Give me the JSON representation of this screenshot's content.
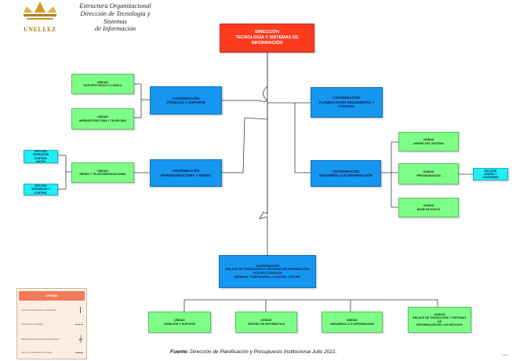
{
  "header": {
    "line1": "Estructura Organizacional",
    "line2": "Dirección de Tecnología y Sistemas",
    "line3": "de Información",
    "logo_text": "UNELLEZ"
  },
  "nodes": {
    "direccion": {
      "line1": "DIRECCIÓN",
      "line2": "TECNOLOGÍA Y SISTEMAS DE",
      "line3": "INFORMACIÓN"
    },
    "coord_atencion": {
      "line1": "COORDINACIÓN",
      "line2": "ATENCIÓN Y SOPORTE"
    },
    "coord_infra": {
      "line1": "COORDINACIÓN",
      "line2": "INFRAESTRUCTURA Y REDES"
    },
    "coord_planif": {
      "line1": "COORDINACIÓN",
      "line2": "PLANIFICACIÓN SEGUIMIENTO Y",
      "line3": "CONTROL"
    },
    "coord_desarrollo": {
      "line1": "COORDINACIÓN",
      "line2": "DESARROLLO E INFORMACIÓN"
    },
    "coord_enlace": {
      "line1": "COORDINACIÓN",
      "line2": "ENLACE DE TECNOLOGÍA Y SISTEMAS DE INFORMACIÓN",
      "line3": "VICE-RECTORADOS",
      "line4": "BARINAS, PORTUGUESA, COJEDES Y APURE"
    },
    "u_soporte": {
      "line1": "UNIDAD",
      "line2": "SOPORTE FÍSICO Y LÓGICO"
    },
    "u_infra_tel": {
      "line1": "UNIDAD",
      "line2": "INFRAESTRUCTURA Y TELEFONÍA"
    },
    "u_redes": {
      "line1": "UNIDAD",
      "line2": "REDES Y TELECOMUNICACIONES"
    },
    "s_operacion": {
      "line1": "SECCIÓN",
      "line2": "OPERACIÓN CONTROL",
      "line3": "DATOS"
    },
    "s_seguridad": {
      "line1": "SECCIÓN",
      "line2": "SEGURIDAD Y CONTROL"
    },
    "u_sistemas": {
      "line1": "UNIDAD",
      "line2": "DISEÑO DEL SISTEMA"
    },
    "u_programacion": {
      "line1": "UNIDAD",
      "line2": "PROGRAMACIÓN"
    },
    "s_diseno": {
      "line1": "SECCIÓN",
      "line2": "DISEÑO Y CONTENIDO"
    },
    "u_bd": {
      "line1": "UNIDAD",
      "line2": "BASE DE DATOS"
    },
    "u_atencion": {
      "line1": "UNIDAD",
      "line2": "ATENCIÓN Y SOPORTE"
    },
    "u_centro": {
      "line1": "UNIDAD",
      "line2": "CENTRO DE INFORMÁTICA"
    },
    "u_desarrollo": {
      "line1": "UNIDAD",
      "line2": "DESARROLLO E INFORMACIÓN"
    },
    "u_enlace": {
      "line1": "UNIDAD",
      "line2": "ENLACE DE TECNOLOGÍA Y SISTEMAS DE",
      "line3": "INFORMACIÓN EN LOS NÚCLEOS"
    }
  },
  "legend": {
    "title": "LEYENDA",
    "rows": [
      "Unión de autoridad entre sus dependencias",
      "Unión de nivel de principio",
      "Dependencias funcionales sin unión jerárquica",
      "Unión de coordinación de actividades"
    ]
  },
  "footer": {
    "label": "Fuente:",
    "text": " Dirección de Planificación y Presupuesto Institucional Julio 2021."
  }
}
